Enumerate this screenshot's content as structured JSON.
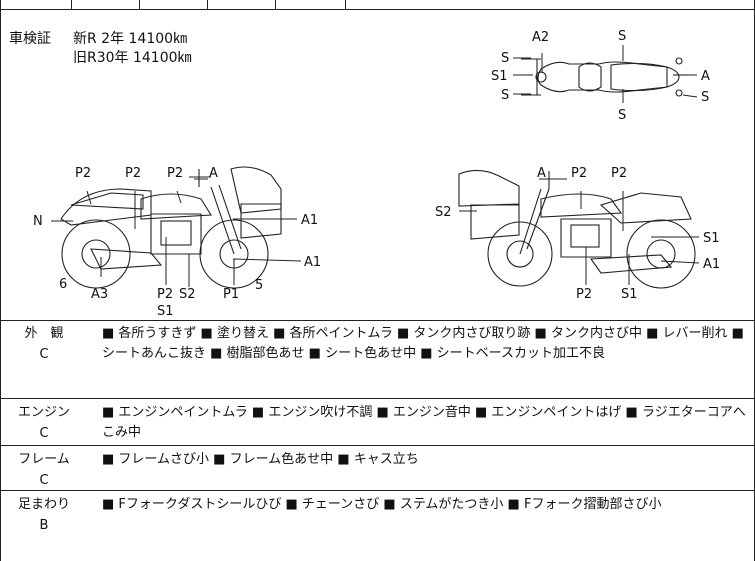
{
  "inspection": {
    "heading": "車検証",
    "line1": "新R 2年 14100㎞",
    "line2": "旧R30年 14100㎞"
  },
  "top_view_labels": {
    "a2": "A2",
    "s_top": "S",
    "s_left1": "S",
    "s1": "S1",
    "s_left2": "S",
    "a_right": "A",
    "s_right": "S",
    "s_bottom": "S"
  },
  "left_view_labels": {
    "p2_a": "P2",
    "p2_b": "P2",
    "p2_c": "P2",
    "a": "A",
    "n": "N",
    "a1_top": "A1",
    "a1_bottom": "A1",
    "six": "6",
    "a3": "A3",
    "p2_bottom": "P2",
    "s2": "S2",
    "s1": "S1",
    "p1": "P1",
    "five": "5"
  },
  "right_view_labels": {
    "a": "A",
    "p2_a": "P2",
    "p2_b": "P2",
    "s2": "S2",
    "s1_top": "S1",
    "a1": "A1",
    "p2_bottom": "P2",
    "s1_bottom": "S1"
  },
  "sections": [
    {
      "name": "外　観",
      "grade": "C",
      "text": "■ 各所うすきず ■ 塗り替え ■ 各所ペイントムラ ■ タンク内さび取り跡 ■ タンク内さび中 ■ レバー削れ ■ シートあんこ抜き ■ 樹脂部色あせ ■ シート色あせ中 ■ シートベースカット加工不良"
    },
    {
      "name": "エンジン",
      "grade": "C",
      "text": "■ エンジンペイントムラ ■ エンジン吹け不調 ■ エンジン音中 ■ エンジンペイントはげ ■ ラジエターコアへこみ中"
    },
    {
      "name": "フレーム",
      "grade": "C",
      "text": "■ フレームさび小 ■ フレーム色あせ中 ■ キャス立ち"
    },
    {
      "name": "足まわり",
      "grade": "B",
      "text": "■ Fフォークダストシールひび ■ チェーンさび ■ ステムがたつき小 ■ Fフォーク摺動部さび小"
    }
  ]
}
